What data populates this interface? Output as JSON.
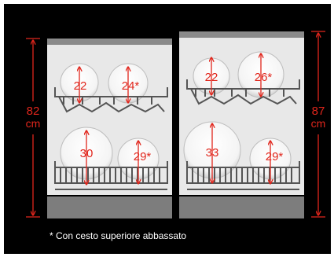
{
  "left_unit": {
    "height_value": "82",
    "height_unit": "cm",
    "top_basket": {
      "plate_1": "22",
      "plate_2": "24*"
    },
    "bottom_basket": {
      "plate_1": "30",
      "plate_2": "29*"
    }
  },
  "right_unit": {
    "height_value": "87",
    "height_unit": "cm",
    "top_basket": {
      "plate_1": "22",
      "plate_2": "26*"
    },
    "bottom_basket": {
      "plate_1": "33",
      "plate_2": "29*"
    }
  },
  "footnote": "* Con cesto superiore abbassato",
  "colors": {
    "background": "#000000",
    "panel": "#e8e8e8",
    "top_strip": "#8a8a8a",
    "bottom_strip": "#7d7d7d",
    "rack": "#555555",
    "measure": "#e1261c",
    "plate": "#ffffff"
  }
}
